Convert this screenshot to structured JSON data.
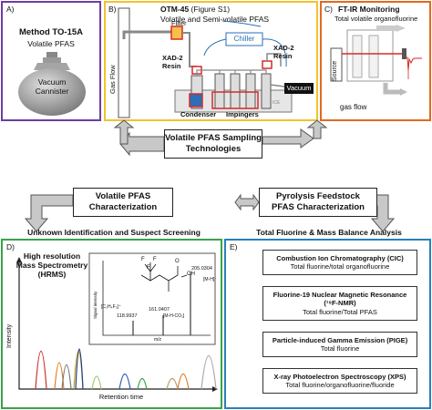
{
  "panel_a": {
    "letter": "A)",
    "title": "Method TO-15A",
    "subtitle": "Volatile PFAS",
    "canister": "Vacuum\nCannister"
  },
  "panel_b": {
    "letter": "B)",
    "title": "OTM-45",
    "title_ref": "(Figure S1)",
    "subtitle": "Volatile and Semi-volatile PFAS",
    "filter": "Filter",
    "chiller": "Chiller",
    "xad_left": "XAD-2\nResin",
    "xad_right": "XAD-2\nResin",
    "gas_flow": "Gas Flow",
    "condenser": "Condenser",
    "impingers": "Impingers",
    "vacuum": "Vacuum",
    "ice": "ICE"
  },
  "panel_c": {
    "letter": "C)",
    "title": "FT-IR Monitoring",
    "subtitle": "Total volatile organofluorine",
    "source": "Source",
    "gas_flow": "gas flow"
  },
  "center": {
    "sampling": "Volatile PFAS Sampling\nTechnologies",
    "volatile_char": "Volatile PFAS\nCharacterization",
    "pyrolysis_char": "Pyrolysis Feedstock\nPFAS Characterization"
  },
  "headers": {
    "left": "Unknown Identification and Suspect Screening",
    "right": "Total Fluorine & Mass Balance Analysis"
  },
  "panel_d": {
    "letter": "D)",
    "title": "High resolution\nMass Spectrometry\n(HRMS)",
    "y_axis": "Intensity",
    "x_axis": "Retention time",
    "inset_y": "Signal intensity",
    "inset_x": "m/z",
    "peaks_labels": {
      "p1": "205.0304",
      "p1b": "[M-H]⁻",
      "p2": "161.0407",
      "p2b": "[M-H-CO₂]",
      "p3": "118.9937",
      "p3b": "[C₂H₄F₃]⁺"
    },
    "mol_f": [
      "F",
      "F",
      "F",
      "O",
      "OH"
    ]
  },
  "panel_e": {
    "letter": "E)",
    "boxes": [
      {
        "title": "Combustion Ion Chromatography (CIC)",
        "desc": "Total fluorine/total organofluorine"
      },
      {
        "title": "Fluorine-19 Nuclear Magnetic Resonance",
        "title2": "(¹⁹F-NMR)",
        "desc": "Total fluorine/Total PFAS"
      },
      {
        "title": "Particle-induced Gamma Emission (PIGE)",
        "desc": "Total fluorine"
      },
      {
        "title": "X-ray Photoelectron Spectroscopy (XPS)",
        "desc": "Total fluorine/organofluorine/fluoride"
      }
    ]
  },
  "colors": {
    "purple": "#6b3fa0",
    "yellow": "#f2c230",
    "orange": "#e06a1f",
    "green": "#3aa24a",
    "blue": "#2a7fb8",
    "red": "#d62a2a",
    "arrow_gray": "#c8c8c8"
  }
}
